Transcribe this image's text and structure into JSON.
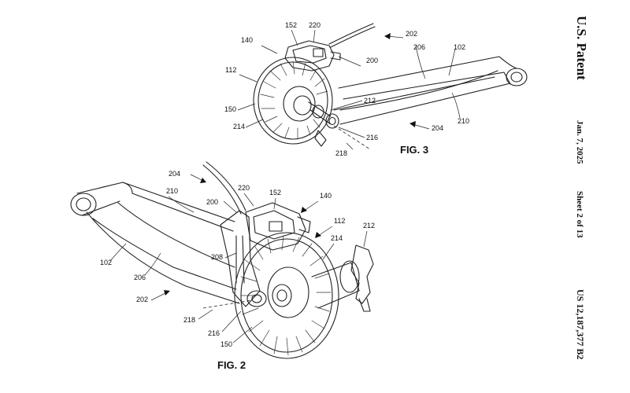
{
  "header": {
    "title": "U.S. Patent",
    "date": "Jan. 7, 2025",
    "sheet": "Sheet 2 of 13",
    "patent_number": "US 12,187,377 B2"
  },
  "fig3": {
    "caption": "FIG. 3",
    "labels": [
      "152",
      "220",
      "202",
      "140",
      "206",
      "102",
      "200",
      "112",
      "212",
      "150",
      "214",
      "210",
      "216",
      "204",
      "218"
    ]
  },
  "fig2": {
    "caption": "FIG. 2",
    "labels": [
      "204",
      "220",
      "152",
      "140",
      "210",
      "200",
      "112",
      "214",
      "212",
      "208",
      "102",
      "206",
      "202",
      "218",
      "216",
      "150"
    ]
  }
}
